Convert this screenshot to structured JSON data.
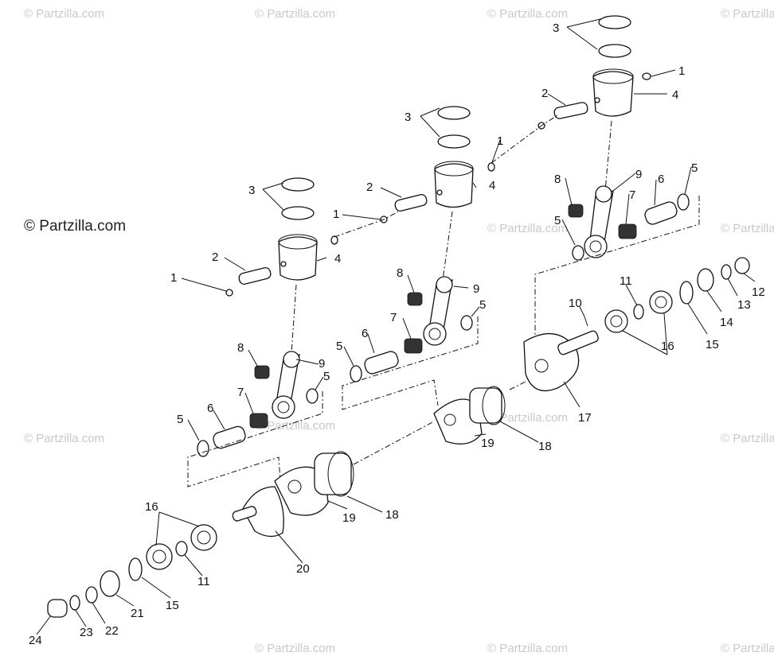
{
  "credit": "© Partzilla.com",
  "watermark": "© Partzilla.com",
  "callouts": [
    "1",
    "2",
    "3",
    "4",
    "5",
    "6",
    "7",
    "8",
    "9",
    "10",
    "11",
    "12",
    "13",
    "14",
    "15",
    "16",
    "17",
    "18",
    "19",
    "20",
    "21",
    "22",
    "23",
    "24"
  ],
  "parts": [
    {
      "number": "1",
      "icon": "ring-clip-icon"
    },
    {
      "number": "2",
      "icon": "piston-pin-icon"
    },
    {
      "number": "3",
      "icon": "piston-ring-icon"
    },
    {
      "number": "4",
      "icon": "piston-icon"
    },
    {
      "number": "5",
      "icon": "washer-icon"
    },
    {
      "number": "6",
      "icon": "crank-pin-icon"
    },
    {
      "number": "7",
      "icon": "needle-bearing-icon"
    },
    {
      "number": "8",
      "icon": "small-end-bearing-icon"
    },
    {
      "number": "9",
      "icon": "connecting-rod-icon"
    },
    {
      "number": "10",
      "icon": "key-icon"
    },
    {
      "number": "11",
      "icon": "snap-ring-icon"
    },
    {
      "number": "12",
      "icon": "collar-icon"
    },
    {
      "number": "13",
      "icon": "o-ring-icon"
    },
    {
      "number": "14",
      "icon": "oil-seal-icon"
    },
    {
      "number": "15",
      "icon": "retainer-ring-icon"
    },
    {
      "number": "16",
      "icon": "ball-bearing-icon"
    },
    {
      "number": "17",
      "icon": "mag-end-flywheel-icon"
    },
    {
      "number": "18",
      "icon": "center-seal-icon"
    },
    {
      "number": "19",
      "icon": "crank-web-icon"
    },
    {
      "number": "20",
      "icon": "pto-end-flywheel-icon"
    },
    {
      "number": "21",
      "icon": "oil-seal-icon"
    },
    {
      "number": "22",
      "icon": "retainer-ring-icon"
    },
    {
      "number": "23",
      "icon": "o-ring-icon"
    },
    {
      "number": "24",
      "icon": "collar-icon"
    }
  ]
}
